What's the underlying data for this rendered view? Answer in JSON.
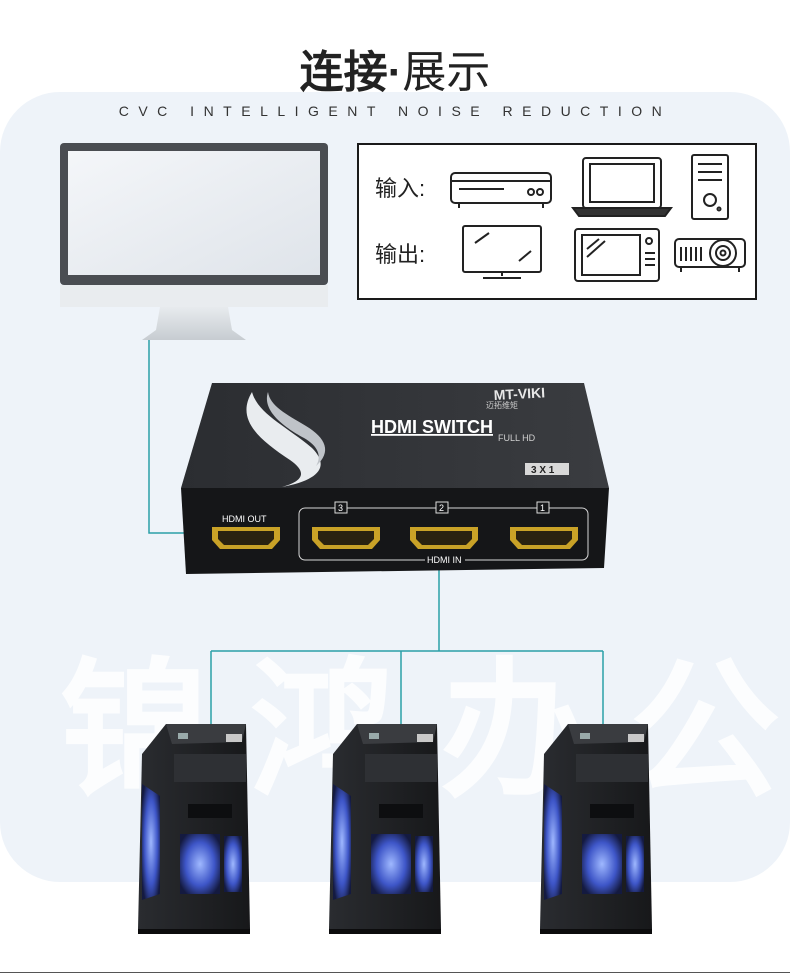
{
  "header": {
    "title_bold": "连接",
    "title_dot": "·",
    "title_light": "展示",
    "subtitle": "CVC INTELLIGENT NOISE REDUCTION"
  },
  "legend": {
    "input_label": "输入:",
    "output_label": "输出:",
    "input_icons": [
      "dvd-player-icon",
      "laptop-icon",
      "desktop-tower-icon"
    ],
    "output_icons": [
      "monitor-icon",
      "tv-icon",
      "projector-icon"
    ]
  },
  "device": {
    "brand": "MT-VIKI",
    "brand_cn": "迈拓维矩",
    "name": "HDMI SWITCH",
    "sub": "FULL HD",
    "ratio": "3 X 1",
    "out_label": "HDMI OUT",
    "in_label": "HDMI IN",
    "ports": [
      "3",
      "2",
      "1"
    ]
  },
  "watermark": "锦鸿办公",
  "colors": {
    "line": "#2aa0a8",
    "device": "#1f2124",
    "gold": "#c9a227"
  }
}
